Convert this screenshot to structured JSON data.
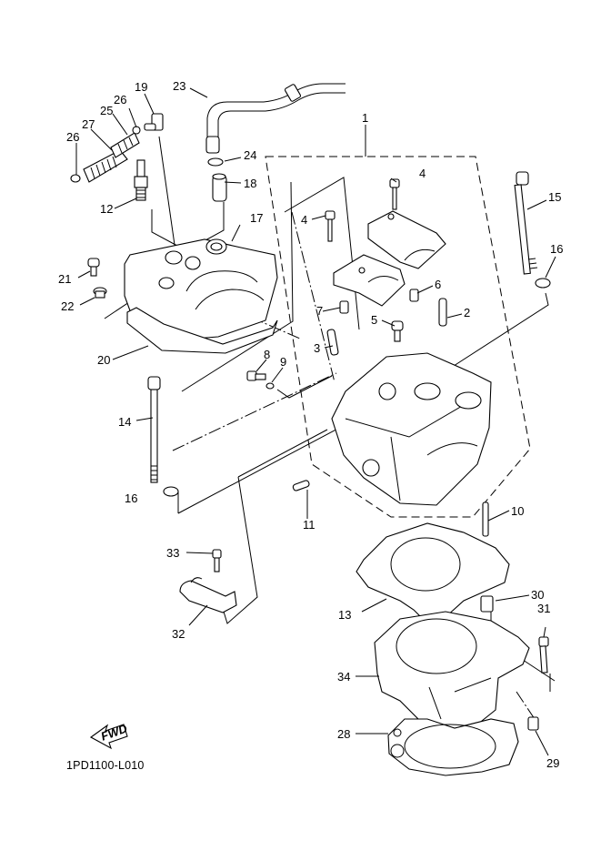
{
  "diagram": {
    "title": "Cylinder head / cylinder exploded parts diagram",
    "drawing_code": "1PD1100-L010",
    "fwd_label": "FWD",
    "callouts": [
      {
        "num": "1",
        "part": "cylinder-head-assembly"
      },
      {
        "num": "2",
        "part": "valve-guide"
      },
      {
        "num": "3",
        "part": "valve-guide"
      },
      {
        "num": "4",
        "part": "bolt"
      },
      {
        "num": "4",
        "part": "bolt"
      },
      {
        "num": "5",
        "part": "bolt"
      },
      {
        "num": "6",
        "part": "dowel-pin"
      },
      {
        "num": "7",
        "part": "dowel-pin"
      },
      {
        "num": "8",
        "part": "bolt"
      },
      {
        "num": "9",
        "part": "gasket"
      },
      {
        "num": "10",
        "part": "stud-bolt"
      },
      {
        "num": "11",
        "part": "stud-bolt"
      },
      {
        "num": "12",
        "part": "spark-plug"
      },
      {
        "num": "13",
        "part": "cylinder-head-gasket"
      },
      {
        "num": "14",
        "part": "bolt"
      },
      {
        "num": "15",
        "part": "bolt"
      },
      {
        "num": "16",
        "part": "washer"
      },
      {
        "num": "16",
        "part": "washer"
      },
      {
        "num": "17",
        "part": "head-cover"
      },
      {
        "num": "18",
        "part": "cap"
      },
      {
        "num": "19",
        "part": "joint"
      },
      {
        "num": "20",
        "part": "head-cover-gasket"
      },
      {
        "num": "21",
        "part": "bolt"
      },
      {
        "num": "22",
        "part": "grommet"
      },
      {
        "num": "23",
        "part": "breather-hose"
      },
      {
        "num": "24",
        "part": "clip"
      },
      {
        "num": "25",
        "part": "hose"
      },
      {
        "num": "26",
        "part": "clip"
      },
      {
        "num": "26",
        "part": "clip"
      },
      {
        "num": "27",
        "part": "hose"
      },
      {
        "num": "28",
        "part": "cylinder-gasket"
      },
      {
        "num": "29",
        "part": "nut"
      },
      {
        "num": "30",
        "part": "dowel-pin"
      },
      {
        "num": "31",
        "part": "bolt"
      },
      {
        "num": "32",
        "part": "hose-guide"
      },
      {
        "num": "33",
        "part": "bolt"
      },
      {
        "num": "34",
        "part": "cylinder"
      }
    ]
  }
}
